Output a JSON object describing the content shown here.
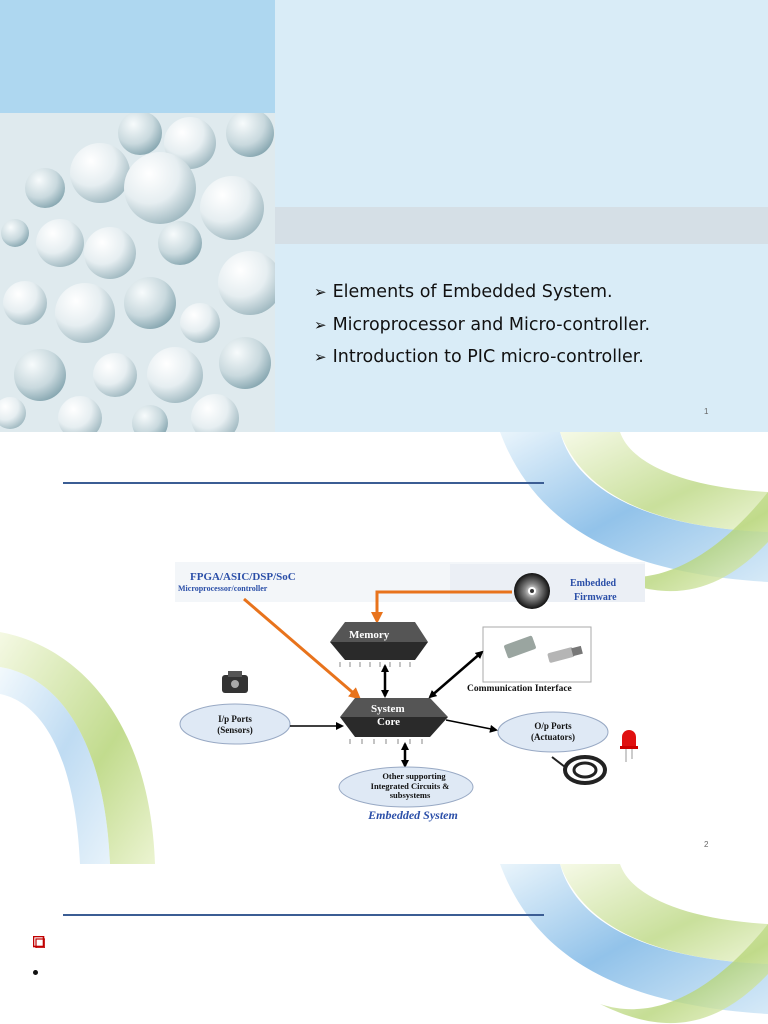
{
  "slide1": {
    "bullets": [
      "Elements of Embedded System.",
      "Microprocessor and Micro-controller.",
      "Introduction to PIC micro-controller."
    ],
    "bullet_glyph": "➢",
    "page_number": "1"
  },
  "slide2": {
    "page_number": "2",
    "diagram": {
      "fpga_label": "FPGA/ASIC/DSP/SoC",
      "micro_label": "Microprocessor/controller",
      "firmware_line1": "Embedded",
      "firmware_line2": "Firmware",
      "memory_label": "Memory",
      "core_line1": "System",
      "core_line2": "Core",
      "comm_label": "Communication Interface",
      "ip_line1": "I/p Ports",
      "ip_line2": "(Sensors)",
      "op_line1": "O/p Ports",
      "op_line2": "(Actuators)",
      "other_line1": "Other supporting",
      "other_line2": "Integrated Circuits &",
      "other_line3": "subsystems",
      "caption": "Embedded System"
    },
    "colors": {
      "orange_arrow": "#e8731c",
      "title_rule": "#3b5d94",
      "ellipse_fill": "#dfe9f5"
    }
  },
  "slide3": {}
}
